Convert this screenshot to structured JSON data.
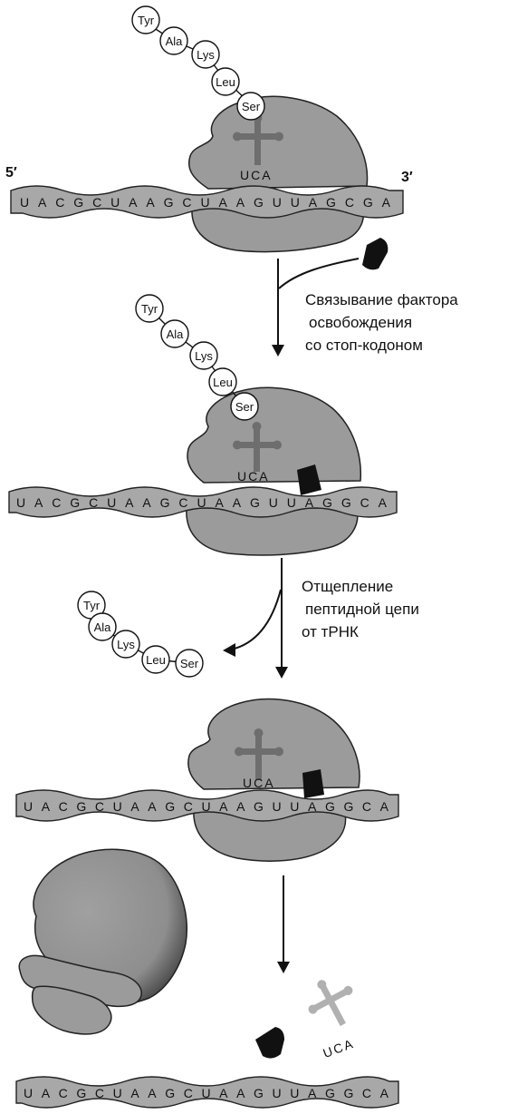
{
  "labels": {
    "five_prime": "5′",
    "three_prime": "3′",
    "step1": [
      "Связывание фактора",
      "освобождения",
      "со стоп-кодоном"
    ],
    "step2": [
      "Отщепление",
      "пептидной цепи",
      "от тРНК"
    ]
  },
  "peptide": [
    "Tyr",
    "Ala",
    "Lys",
    "Leu",
    "Ser"
  ],
  "anticodon": "UCA",
  "mrna": {
    "top": "UACGCUAAGCUAAGUUAGCGA",
    "panels": "UACGCUAAGCUAAGUUAGGCA"
  },
  "colors": {
    "ribosome": "#9b9b9b",
    "mrna": "#a8a8a8",
    "trna": "#6e6e6e",
    "factor": "#111111"
  }
}
